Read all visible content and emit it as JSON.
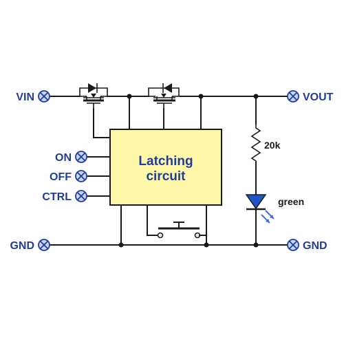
{
  "colors": {
    "wire": "#1a1a1a",
    "label_text": "#1f3d99",
    "terminal_fill": "#c7d3f2",
    "terminal_stroke": "#1f3d99",
    "block_fill": "#fff7a8",
    "block_stroke": "#1a1a1a",
    "led_fill": "#1f56c8",
    "led_rays": "#3d6de0"
  },
  "terminals": {
    "vin": "VIN",
    "vout": "VOUT",
    "on": "ON",
    "off": "OFF",
    "ctrl": "CTRL",
    "gnd_left": "GND",
    "gnd_right": "GND"
  },
  "block": {
    "line1": "Latching",
    "line2": "circuit"
  },
  "components": {
    "resistor_value": "20k",
    "led_color": "green"
  },
  "icons": {
    "terminal": "circled-x-icon",
    "mosfet": "p-channel-mosfet-icon",
    "pushbutton": "pushbutton-switch-icon",
    "resistor": "zigzag-resistor-icon",
    "led": "led-diode-icon"
  }
}
